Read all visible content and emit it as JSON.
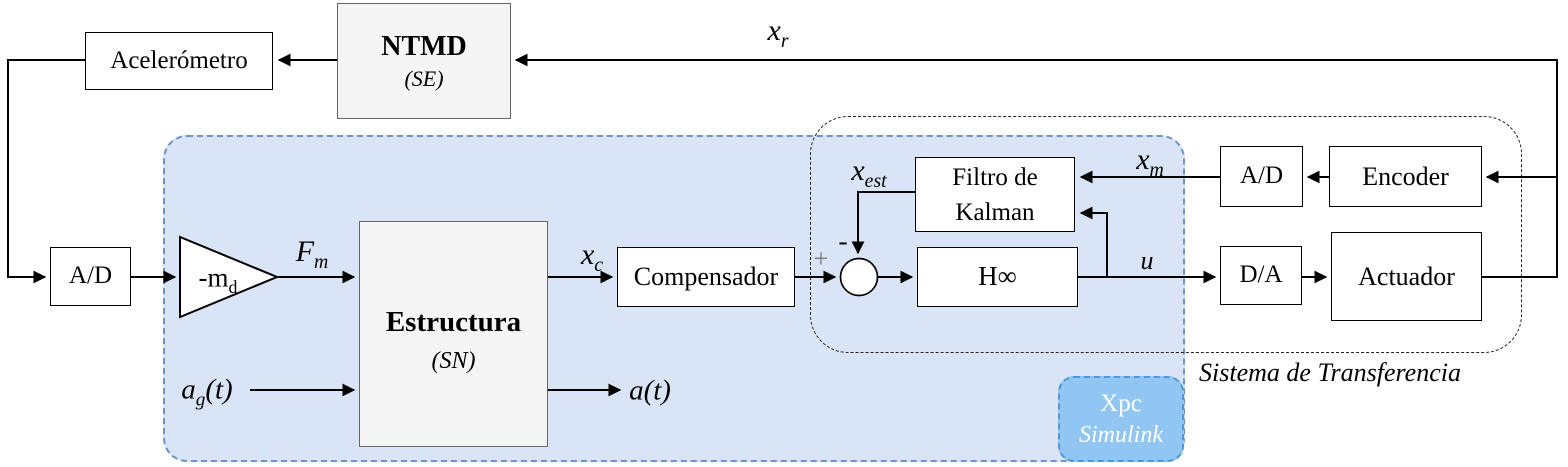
{
  "regions": {
    "simulink_region": {
      "fill": "#d9e4f6",
      "stroke": "#6f93c6"
    },
    "transfer_region": {
      "label": "Sistema de Transferencia"
    },
    "xpc": {
      "line1": "Xpc",
      "line2": "Simulink",
      "fill": "#90c6f1",
      "stroke": "#4f97d7",
      "text_color": "#ffffff"
    }
  },
  "blocks": {
    "acelerometro": {
      "label": "Acelerómetro"
    },
    "ntmd": {
      "title": "NTMD",
      "subtitle": "(SE)"
    },
    "ad_left": {
      "label": "A/D"
    },
    "gain": {
      "pre": "-m",
      "sub": "d"
    },
    "estructura": {
      "title": "Estructura",
      "subtitle": "(SN)"
    },
    "compensador": {
      "label": "Compensador"
    },
    "kalman": {
      "line1": "Filtro de",
      "line2": "Kalman"
    },
    "hinf": {
      "label": "H∞"
    },
    "ad_right": {
      "label": "A/D"
    },
    "encoder": {
      "label": "Encoder"
    },
    "da": {
      "label": "D/A"
    },
    "actuador": {
      "label": "Actuador"
    }
  },
  "signals": {
    "xr": {
      "pre": "x",
      "sub": "r",
      "post": ""
    },
    "fm": {
      "pre": "F",
      "sub": "m",
      "post": ""
    },
    "xc": {
      "pre": "x",
      "sub": "c",
      "post": ""
    },
    "xest": {
      "pre": "x",
      "sub": "est",
      "post": ""
    },
    "xm": {
      "pre": "x",
      "sub": "m",
      "post": ""
    },
    "u": {
      "pre": "u",
      "sub": "",
      "post": ""
    },
    "agt": {
      "pre": "a",
      "sub": "g",
      "post": "(t)"
    },
    "at": {
      "pre": "a",
      "sub": "",
      "post": "(t)"
    },
    "plus": "+",
    "minus": "-"
  }
}
